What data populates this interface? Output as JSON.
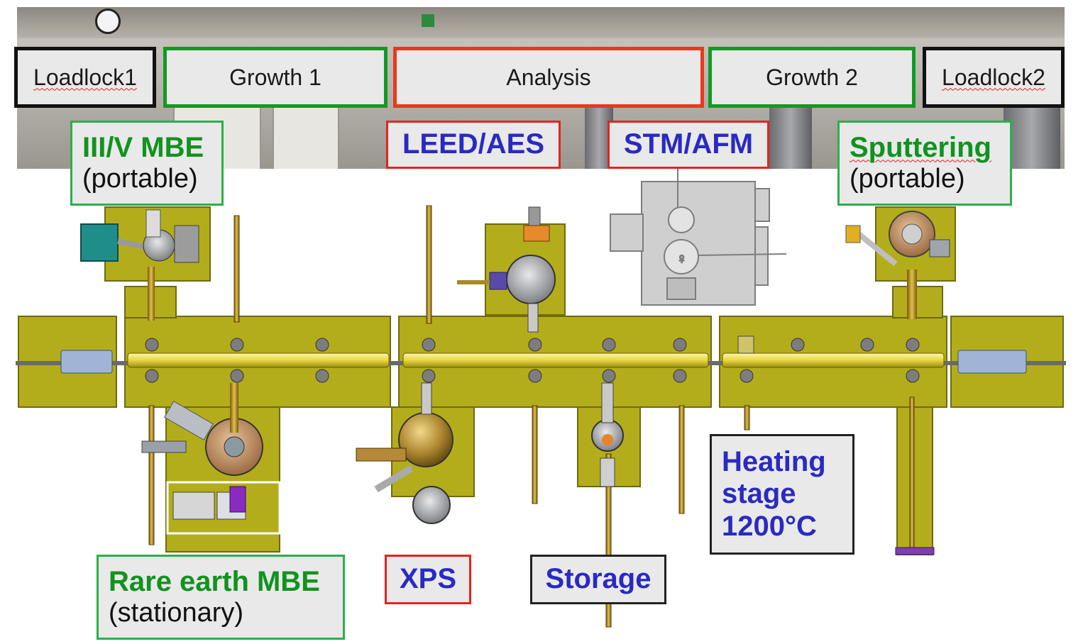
{
  "header": {
    "sections": [
      {
        "label": "Loadlock1"
      },
      {
        "label": "Growth 1"
      },
      {
        "label": "Analysis"
      },
      {
        "label": "Growth 2"
      },
      {
        "label": "Loadlock2"
      }
    ]
  },
  "labels": {
    "iiiv_mbe": {
      "title": "III/V MBE",
      "note": "(portable)"
    },
    "leed_aes": {
      "title": "LEED/AES"
    },
    "stm_afm": {
      "title": "STM/AFM"
    },
    "sputtering": {
      "title": "Sputtering",
      "note": "(portable)"
    },
    "rare_earth_mbe": {
      "title": "Rare earth MBE",
      "note": "(stationary)"
    },
    "xps": {
      "title": "XPS"
    },
    "storage": {
      "title": "Storage"
    },
    "heating_stage": {
      "line1": "Heating",
      "line2": "stage",
      "line3": "1200°C"
    }
  },
  "colors": {
    "platform": "#b3ad1c",
    "tube": "#f2e35a",
    "green_border": "#129a24",
    "red_border": "#e8391e",
    "label_blue": "#2a2ac2",
    "label_green": "#12921f"
  }
}
